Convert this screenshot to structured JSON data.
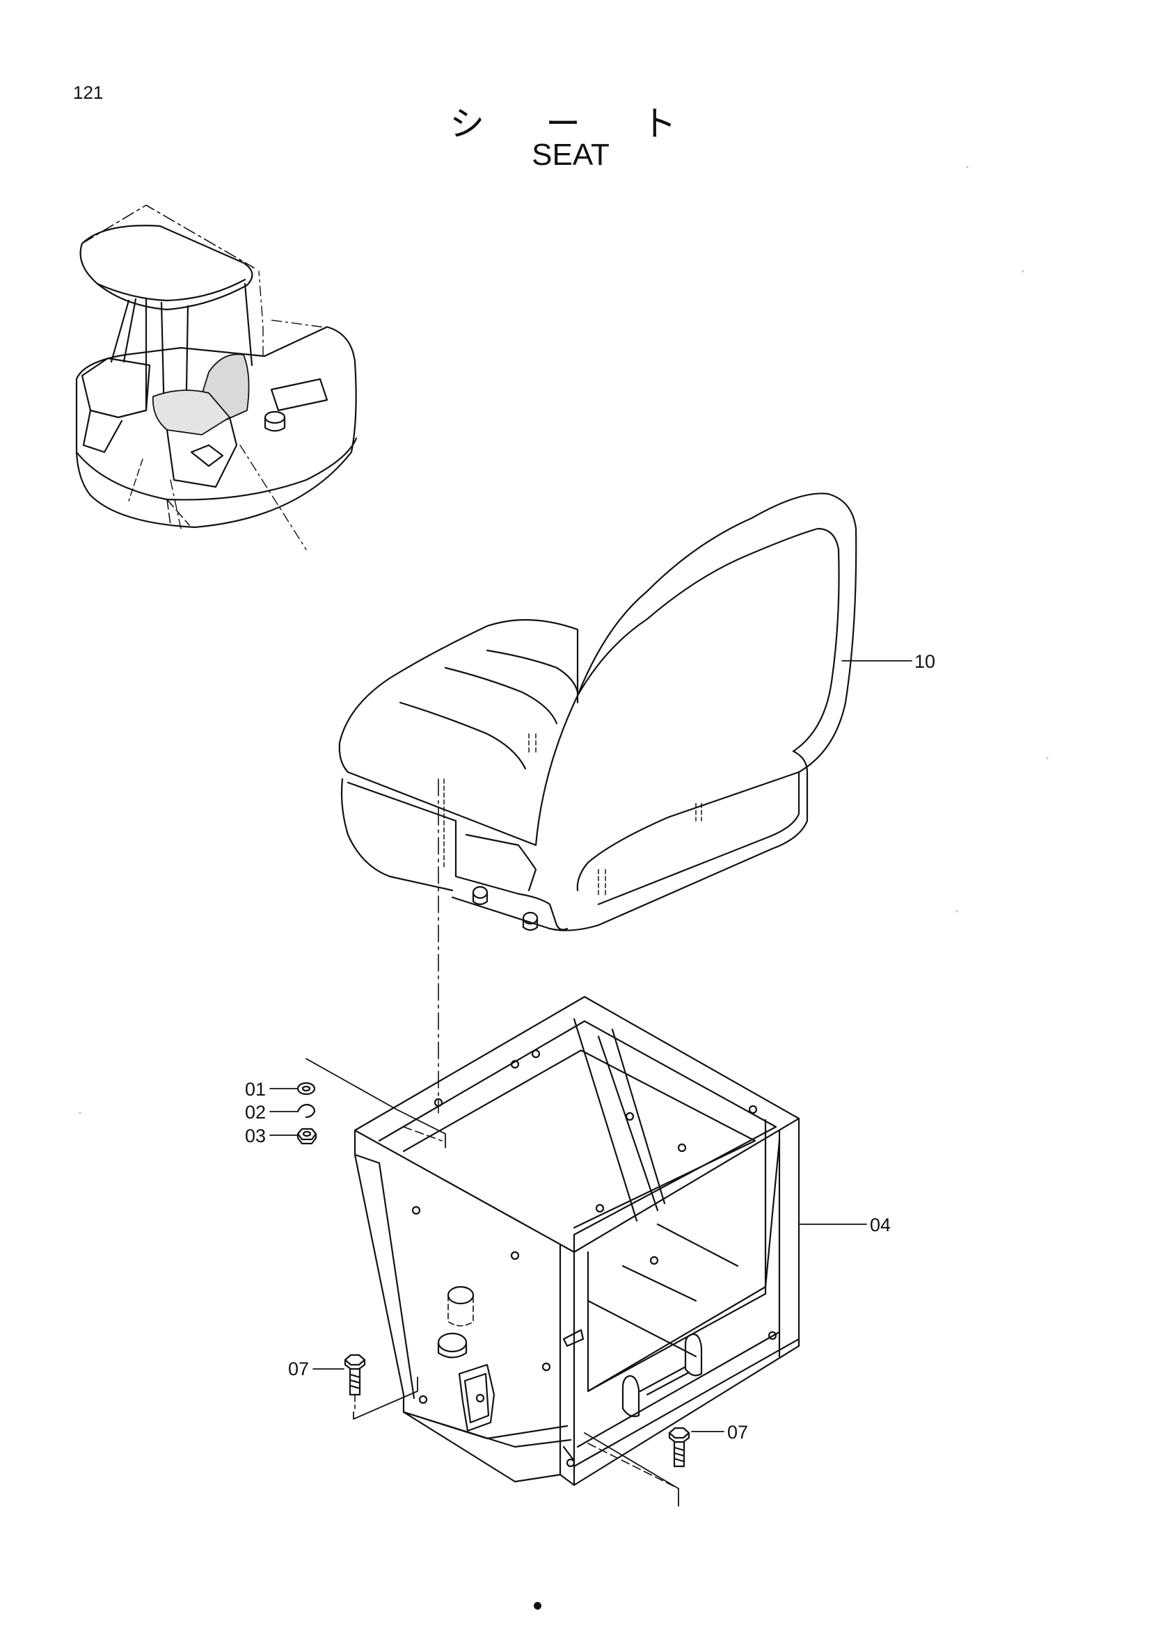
{
  "page": {
    "number": "121"
  },
  "title": {
    "japanese": "シ ー ト",
    "english": "SEAT"
  },
  "callouts": [
    {
      "id": "01",
      "label": "01"
    },
    {
      "id": "02",
      "label": "02"
    },
    {
      "id": "03",
      "label": "03"
    },
    {
      "id": "04",
      "label": "04"
    },
    {
      "id": "07a",
      "label": "07"
    },
    {
      "id": "07b",
      "label": "07"
    },
    {
      "id": "10",
      "label": "10"
    }
  ],
  "colors": {
    "line": "#111111",
    "background": "#ffffff"
  }
}
